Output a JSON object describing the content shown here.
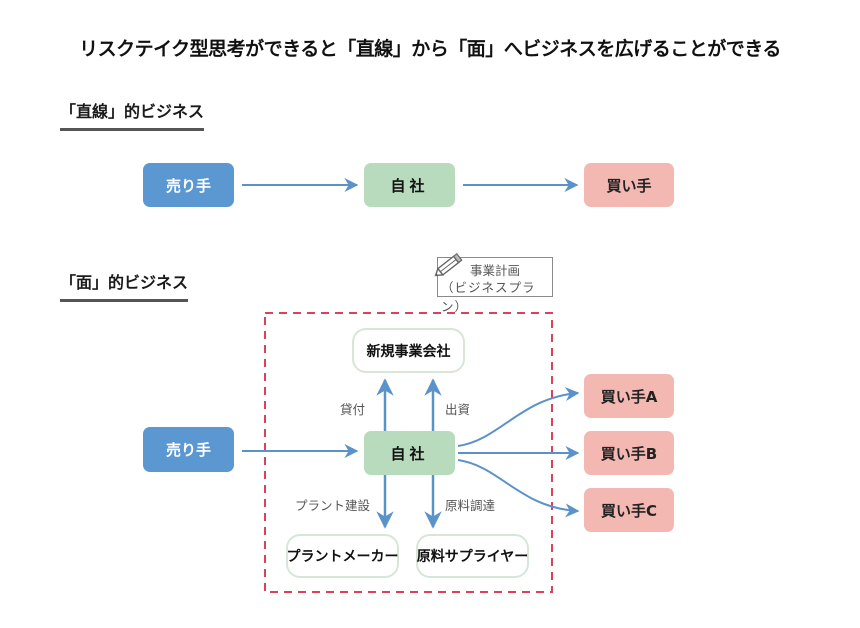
{
  "title": "リスクテイク型思考ができると「直線」から「面」へビジネスを広げることができる",
  "colors": {
    "seller": "#5b97d1",
    "company": "#b9dbbd",
    "buyer": "#f3b8b1",
    "arrow": "#5b93c9",
    "dashed_border": "#d9435a"
  },
  "linear": {
    "heading": "「直線」的ビジネス",
    "seller": "売り手",
    "company": "自社",
    "buyer": "買い手"
  },
  "plane": {
    "heading": "「面」的ビジネス",
    "plan_note": {
      "icon": "pencil-icon",
      "line1": "事業計画",
      "line2": "（ビジネスプラン）"
    },
    "seller": "売り手",
    "company": "自社",
    "new_business": "新規事業会社",
    "plant_maker": "プラントメーカー",
    "supplier": "原料サプライヤー",
    "edge_labels": {
      "loan": "貸付",
      "investment": "出資",
      "plant_construction": "プラント建設",
      "material_procurement": "原料調達"
    },
    "buyers": [
      "買い手A",
      "買い手B",
      "買い手C"
    ]
  }
}
